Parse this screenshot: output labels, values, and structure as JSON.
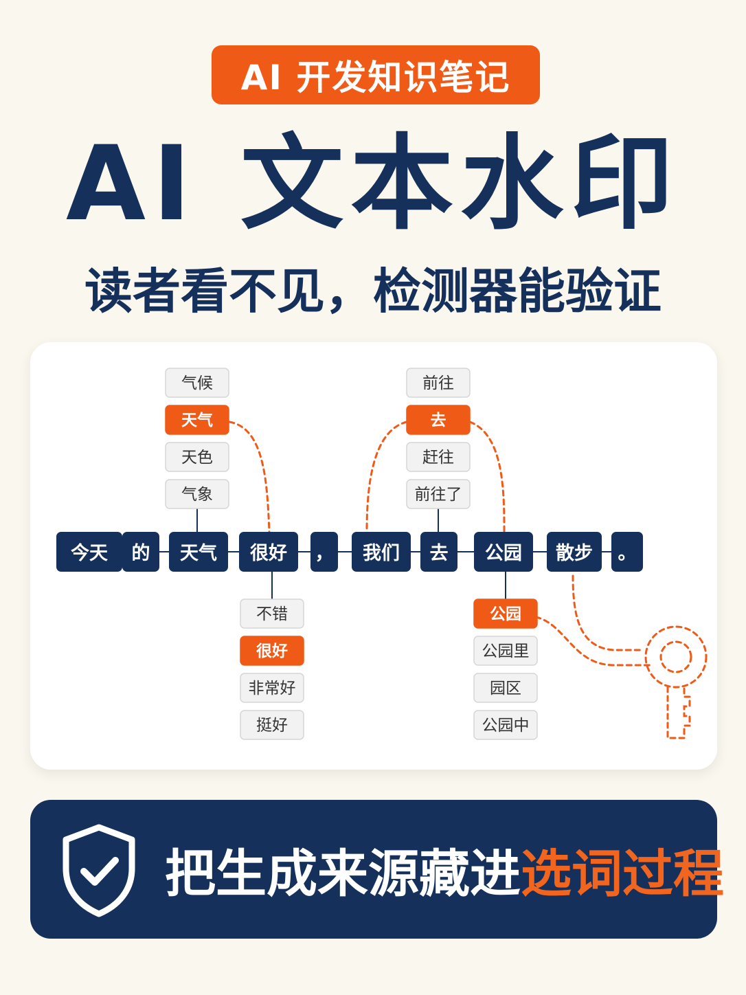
{
  "badge": "AI 开发知识笔记",
  "title": "AI 文本水印",
  "subtitle": "读者看不见，检测器能验证",
  "sentence": [
    "今天",
    "的",
    "天气",
    "很好",
    "，",
    "我们",
    "去",
    "公园",
    "散步",
    "。"
  ],
  "candidates": [
    {
      "above": true,
      "token": "天气",
      "options": [
        "气候",
        "天气",
        "天色",
        "气象"
      ],
      "selected": 1
    },
    {
      "above": true,
      "token": "去",
      "options": [
        "前往",
        "去",
        "赶往",
        "前往了"
      ],
      "selected": 1
    },
    {
      "above": false,
      "token": "很好",
      "options": [
        "不错",
        "很好",
        "非常好",
        "挺好"
      ],
      "selected": 1
    },
    {
      "above": false,
      "token": "公园",
      "options": [
        "公园",
        "公园里",
        "园区",
        "公园中"
      ],
      "selected": 0
    }
  ],
  "key_icon": "key-icon",
  "footer": {
    "text_white": "把生成来源藏进",
    "text_orange": "选词过程",
    "icon": "shield-check-icon"
  },
  "colors": {
    "navy": "#15305a",
    "orange": "#ef5a17",
    "background": "#faf7ef",
    "option_bg": "#f2f2f2"
  }
}
